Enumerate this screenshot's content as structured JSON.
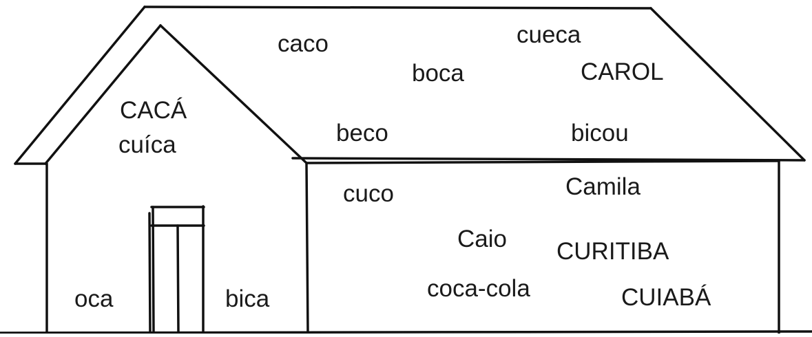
{
  "words": {
    "caco": "caco",
    "cueca": "cueca",
    "boca": "boca",
    "carol": "CAROL",
    "caca": "CACÁ",
    "cuica": "cuíca",
    "beco": "beco",
    "bicou": "bicou",
    "cuco": "cuco",
    "camila": "Camila",
    "caio": "Caio",
    "curitiba": "CURITIBA",
    "coca_cola": "coca-cola",
    "cuiaba": "CUIABÁ",
    "oca": "oca",
    "bica": "bica"
  },
  "colors": {
    "line": "#111111",
    "text": "#1a1a1a",
    "background": "#ffffff"
  }
}
